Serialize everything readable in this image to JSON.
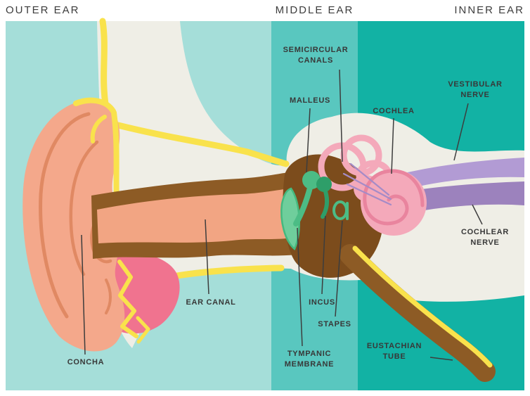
{
  "regions": [
    {
      "label": "OUTER EAR"
    },
    {
      "label": "MIDDLE EAR"
    },
    {
      "label": "INNER EAR"
    }
  ],
  "annotations": {
    "semicircular_canals": "SEMICIRCULAR CANALS",
    "malleus": "MALLEUS",
    "cochlea": "COCHLEA",
    "vestibular_nerve": "VESTIBULAR NERVE",
    "cochlear_nerve": "COCHLEAR NERVE",
    "ear_canal": "EAR CANAL",
    "incus": "INCUS",
    "stapes": "STAPES",
    "tympanic_membrane": "TYMPANIC MEMBRANE",
    "eustachian_tube": "EUSTACHIAN TUBE",
    "concha": "CONCHA"
  },
  "colors": {
    "outer_ear_band": "#a5ded9",
    "middle_ear_band": "#59c7bf",
    "inner_ear_band": "#12b2a4",
    "skin_cream": "#efeee6",
    "skin_outline_yellow": "#f9e24c",
    "ear_pink": "#f4a88b",
    "ear_fold_line": "#e08963",
    "rose_accent": "#f0738f",
    "canal_brown": "#8d5b25",
    "cavity_brown": "#7c4c1c",
    "canal_inner_salmon": "#f2a583",
    "ossicle_green": "#4cbc85",
    "ossicle_green_dark": "#2e9e69",
    "membrane_green": "#6fce9c",
    "cochlea_pink": "#f4a9ba",
    "cochlea_spiral_pink": "#e9849e",
    "nerve_purple_light": "#b29bd4",
    "nerve_purple": "#9c82bd",
    "label_text": "#383838"
  }
}
